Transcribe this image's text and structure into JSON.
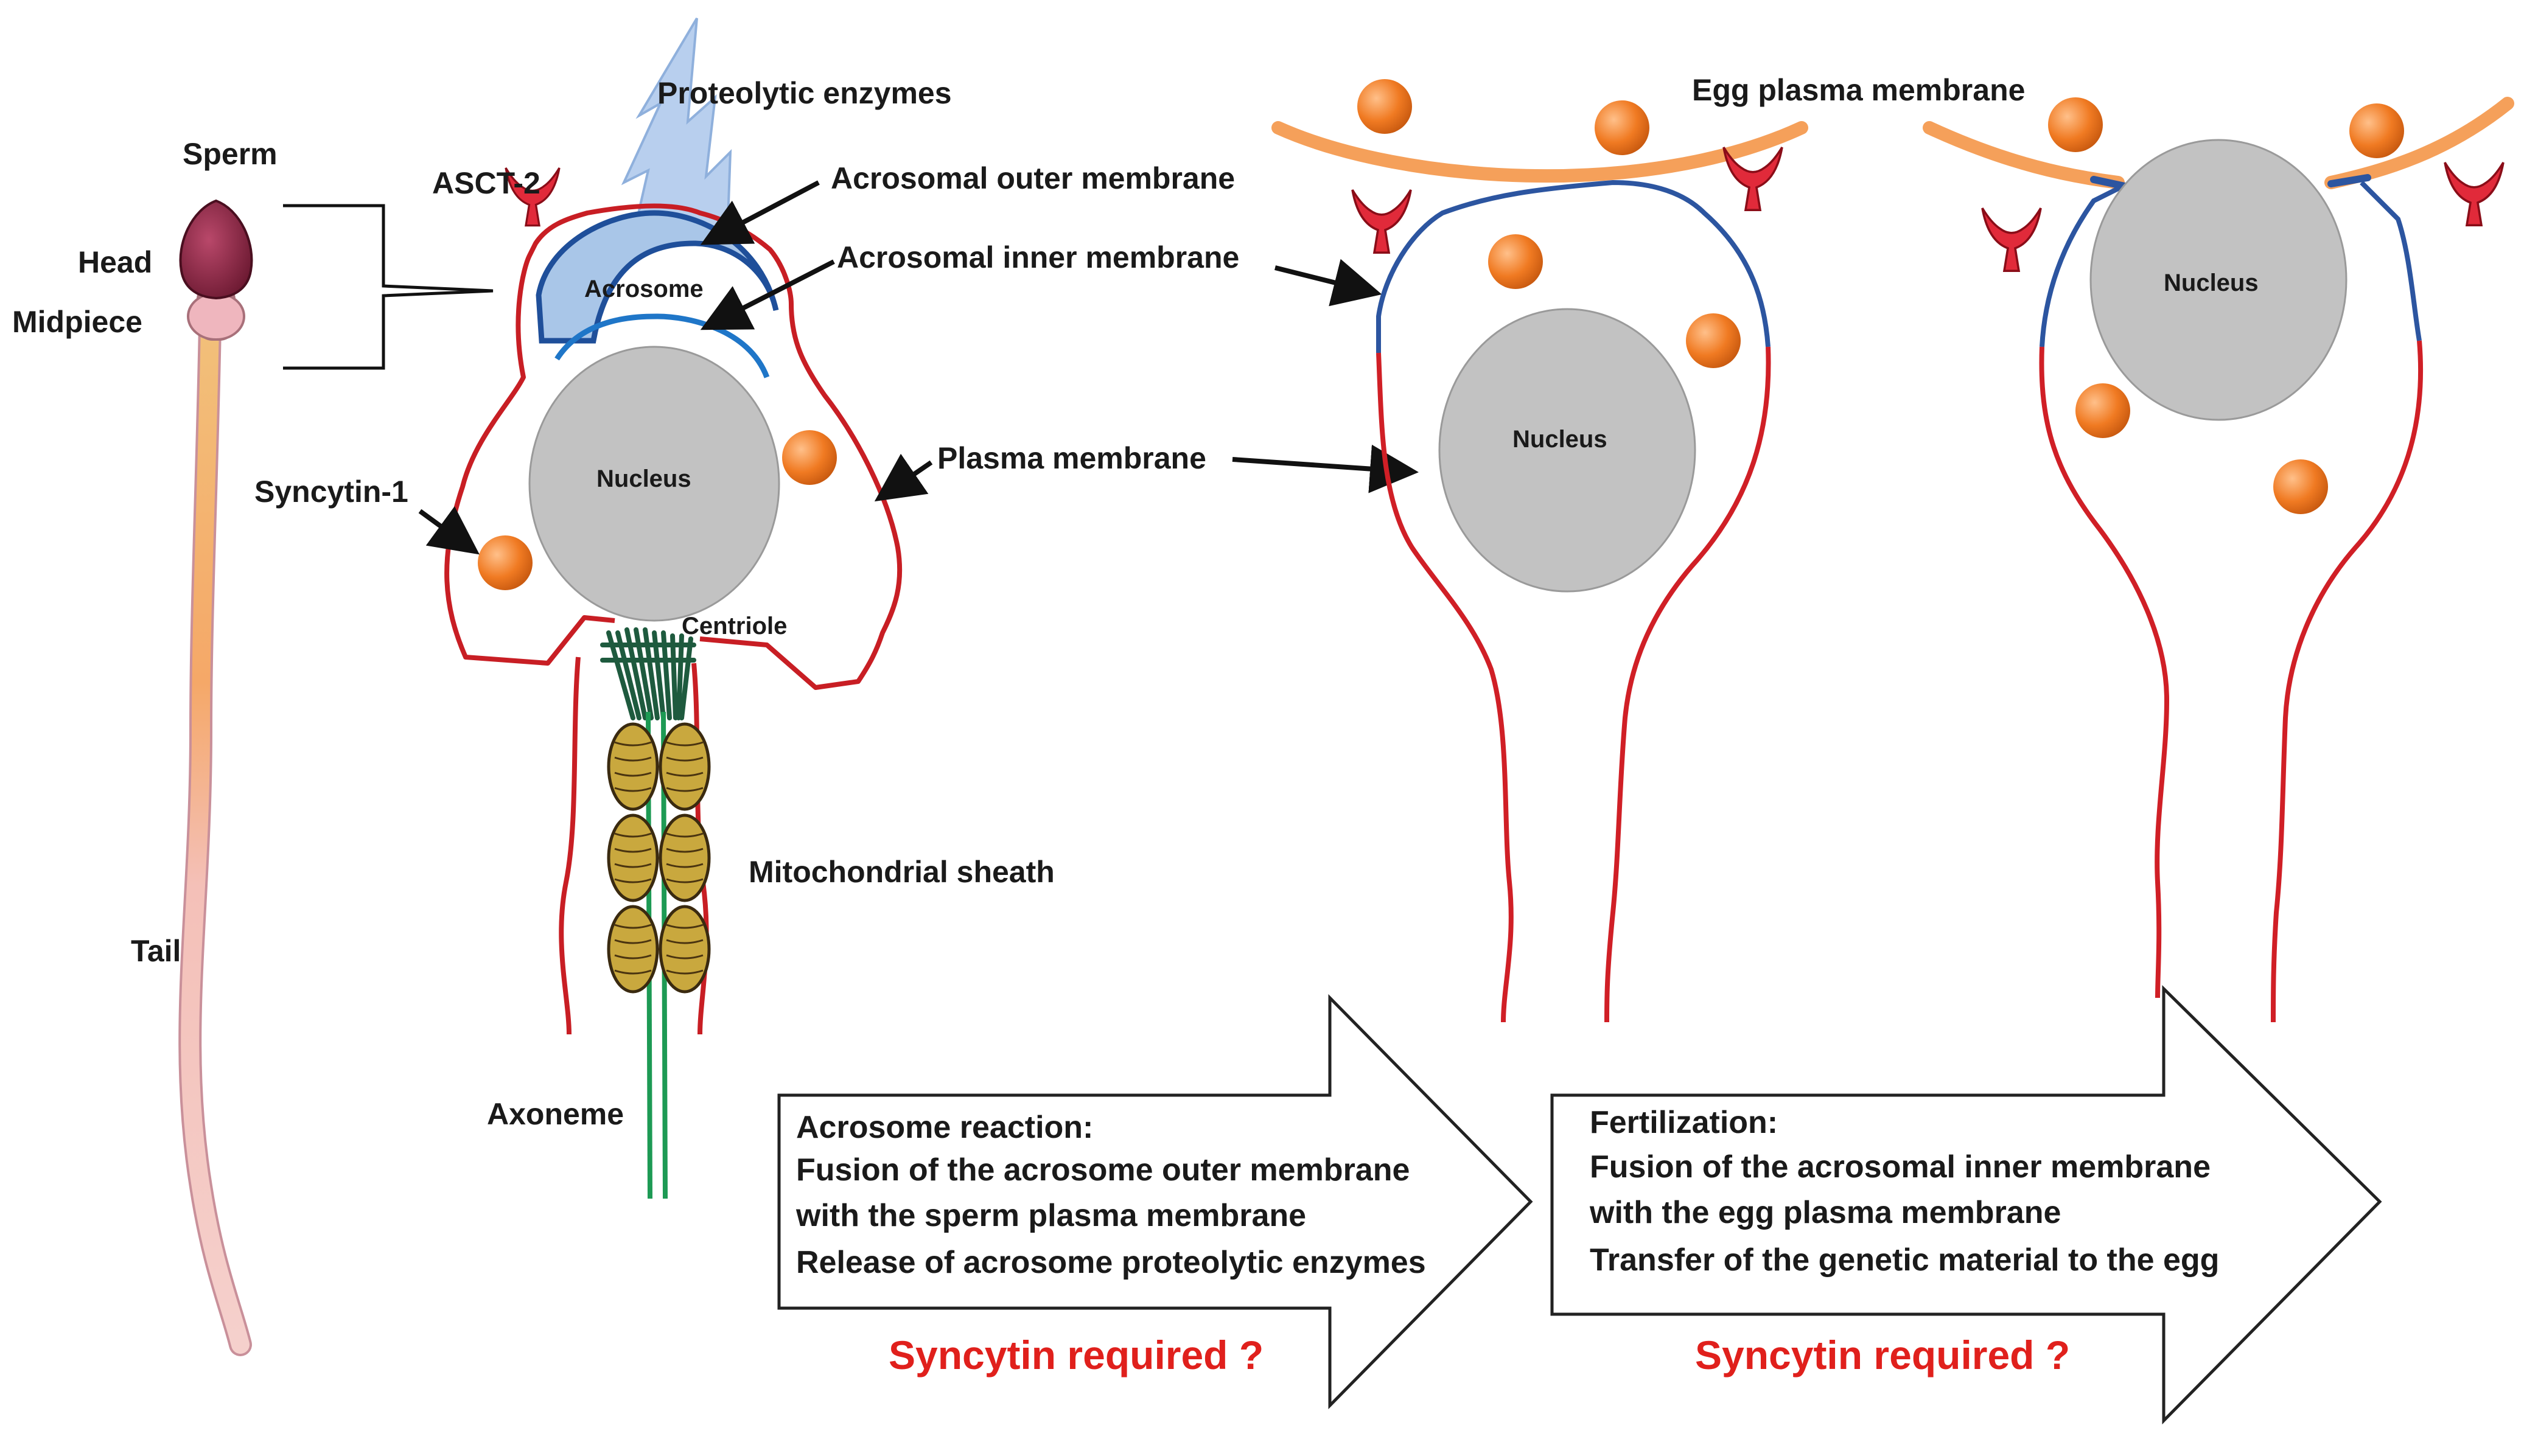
{
  "labels": {
    "sperm": "Sperm",
    "head": "Head",
    "midpiece": "Midpiece",
    "tail": "Tail",
    "asct2": "ASCT-2",
    "proteolytic_enzymes": "Proteolytic enzymes",
    "acrosomal_outer_membrane": "Acrosomal outer membrane",
    "acrosomal_inner_membrane": "Acrosomal inner membrane",
    "acrosome": "Acrosome",
    "nucleus": "Nucleus",
    "syncytin1": "Syncytin-1",
    "plasma_membrane": "Plasma membrane",
    "centriole": "Centriole",
    "mitochondrial_sheath": "Mitochondrial sheath",
    "axoneme": "Axoneme",
    "egg_plasma_membrane": "Egg plasma membrane"
  },
  "arrows": [
    {
      "title": "Acrosome reaction:",
      "lines": [
        "Fusion of the acrosome outer membrane",
        "with the sperm plasma membrane",
        "Release of acrosome proteolytic enzymes"
      ],
      "question": "Syncytin required ?"
    },
    {
      "title": "Fertilization:",
      "lines": [
        "Fusion of the acrosomal inner membrane",
        "with the egg plasma membrane",
        "Transfer of  the genetic material to the egg"
      ],
      "question": "Syncytin required ?"
    }
  ],
  "colors": {
    "plasma_membrane": "#d01f26",
    "acrosomal_membrane": "#2c55a0",
    "acrosome_fill": "#a9c6e8",
    "nucleus": "#c2c2c2",
    "syncytin": "#f07a22",
    "asct2": "#e12a3a",
    "egg_membrane": "#f5a05a",
    "question": "#e0201c"
  }
}
